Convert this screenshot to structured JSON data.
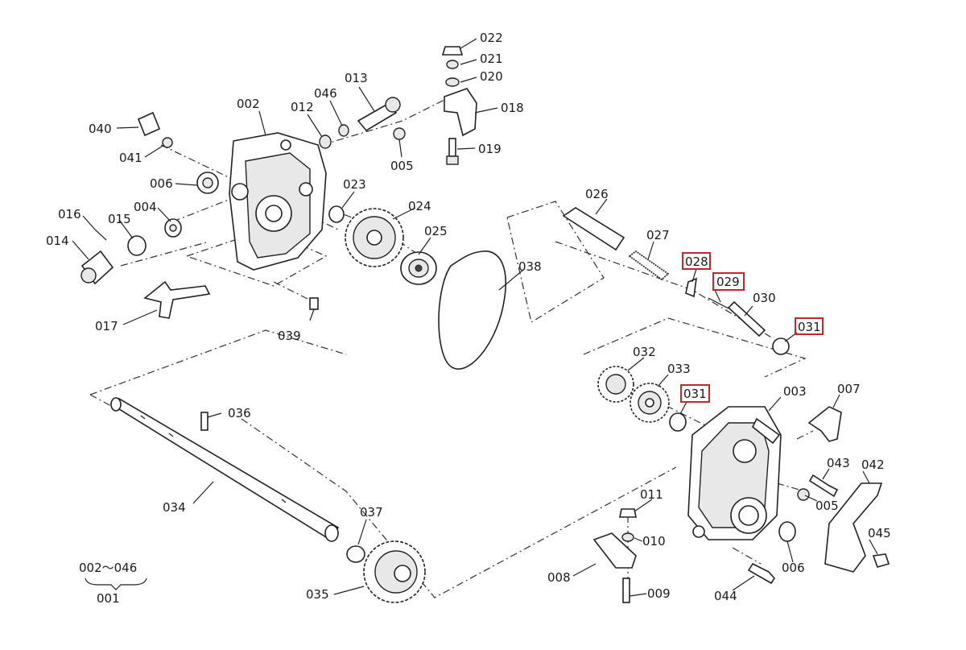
{
  "labels": {
    "p001": "001",
    "p002": "002",
    "p002b": "002～046",
    "p003": "003",
    "p004": "004",
    "p005a": "005",
    "p005b": "005",
    "p006a": "006",
    "p006b": "006",
    "p007": "007",
    "p008": "008",
    "p009": "009",
    "p010": "010",
    "p011": "011",
    "p012": "012",
    "p013": "013",
    "p014": "014",
    "p015": "015",
    "p016": "016",
    "p017": "017",
    "p018": "018",
    "p019": "019",
    "p020": "020",
    "p021": "021",
    "p022": "022",
    "p023": "023",
    "p024": "024",
    "p025": "025",
    "p026": "026",
    "p027": "027",
    "p028": "028",
    "p029": "029",
    "p030": "030",
    "p031a": "031",
    "p031b": "031",
    "p032": "032",
    "p033": "033",
    "p034": "034",
    "p035": "035",
    "p036": "036",
    "p037": "037",
    "p038": "038",
    "p039": "039",
    "p040": "040",
    "p041": "041",
    "p042": "042",
    "p043": "043",
    "p044": "044",
    "p045": "045",
    "p046": "046"
  },
  "highlight_color": "#c0282d"
}
